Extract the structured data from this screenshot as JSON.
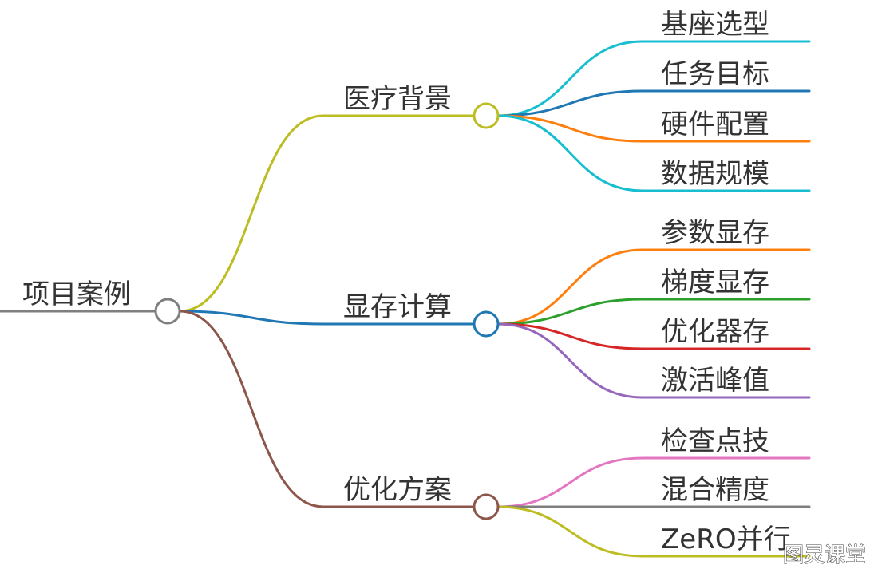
{
  "root": {
    "label": "项目案例",
    "color": "#7f7f7f"
  },
  "branches": [
    {
      "label": "医疗背景",
      "color": "#bcbd22",
      "children": [
        {
          "label": "基座选型",
          "color": "#17becf"
        },
        {
          "label": "任务目标",
          "color": "#1f77b4"
        },
        {
          "label": "硬件配置",
          "color": "#ff7f0e"
        },
        {
          "label": "数据规模",
          "color": "#17becf"
        }
      ]
    },
    {
      "label": "显存计算",
      "color": "#1f77b4",
      "children": [
        {
          "label": "参数显存",
          "color": "#ff7f0e"
        },
        {
          "label": "梯度显存",
          "color": "#2ca02c"
        },
        {
          "label": "优化器存",
          "color": "#d62728"
        },
        {
          "label": "激活峰值",
          "color": "#9467bd"
        }
      ]
    },
    {
      "label": "优化方案",
      "color": "#8c564b",
      "children": [
        {
          "label": "检查点技",
          "color": "#e377c2"
        },
        {
          "label": "混合精度",
          "color": "#7f7f7f"
        },
        {
          "label": "ZeRO并行",
          "color": "#bcbd22"
        }
      ]
    }
  ],
  "watermark": "图灵课堂"
}
